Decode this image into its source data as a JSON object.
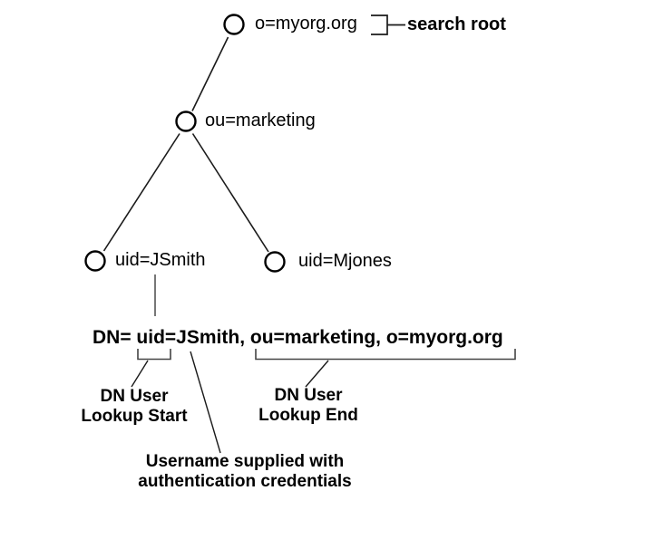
{
  "diagram": {
    "title_hint": "LDAP directory tree user lookup diagram",
    "tree": {
      "root": {
        "label": "o=myorg.org"
      },
      "middle": {
        "label": "ou=marketing"
      },
      "leaf_left": {
        "label": "uid=JSmith"
      },
      "leaf_right": {
        "label": "uid=Mjones"
      }
    },
    "search_root_label": "search root",
    "dn_line": "DN= uid=JSmith, ou=marketing, o=myorg.org",
    "annotations": {
      "lookup_start": "DN User\nLookup Start",
      "lookup_end": "DN User\nLookup End",
      "username_note": "Username supplied with\nauthentication credentials"
    },
    "colors": {
      "foreground": "#000000",
      "background": "#ffffff"
    }
  }
}
